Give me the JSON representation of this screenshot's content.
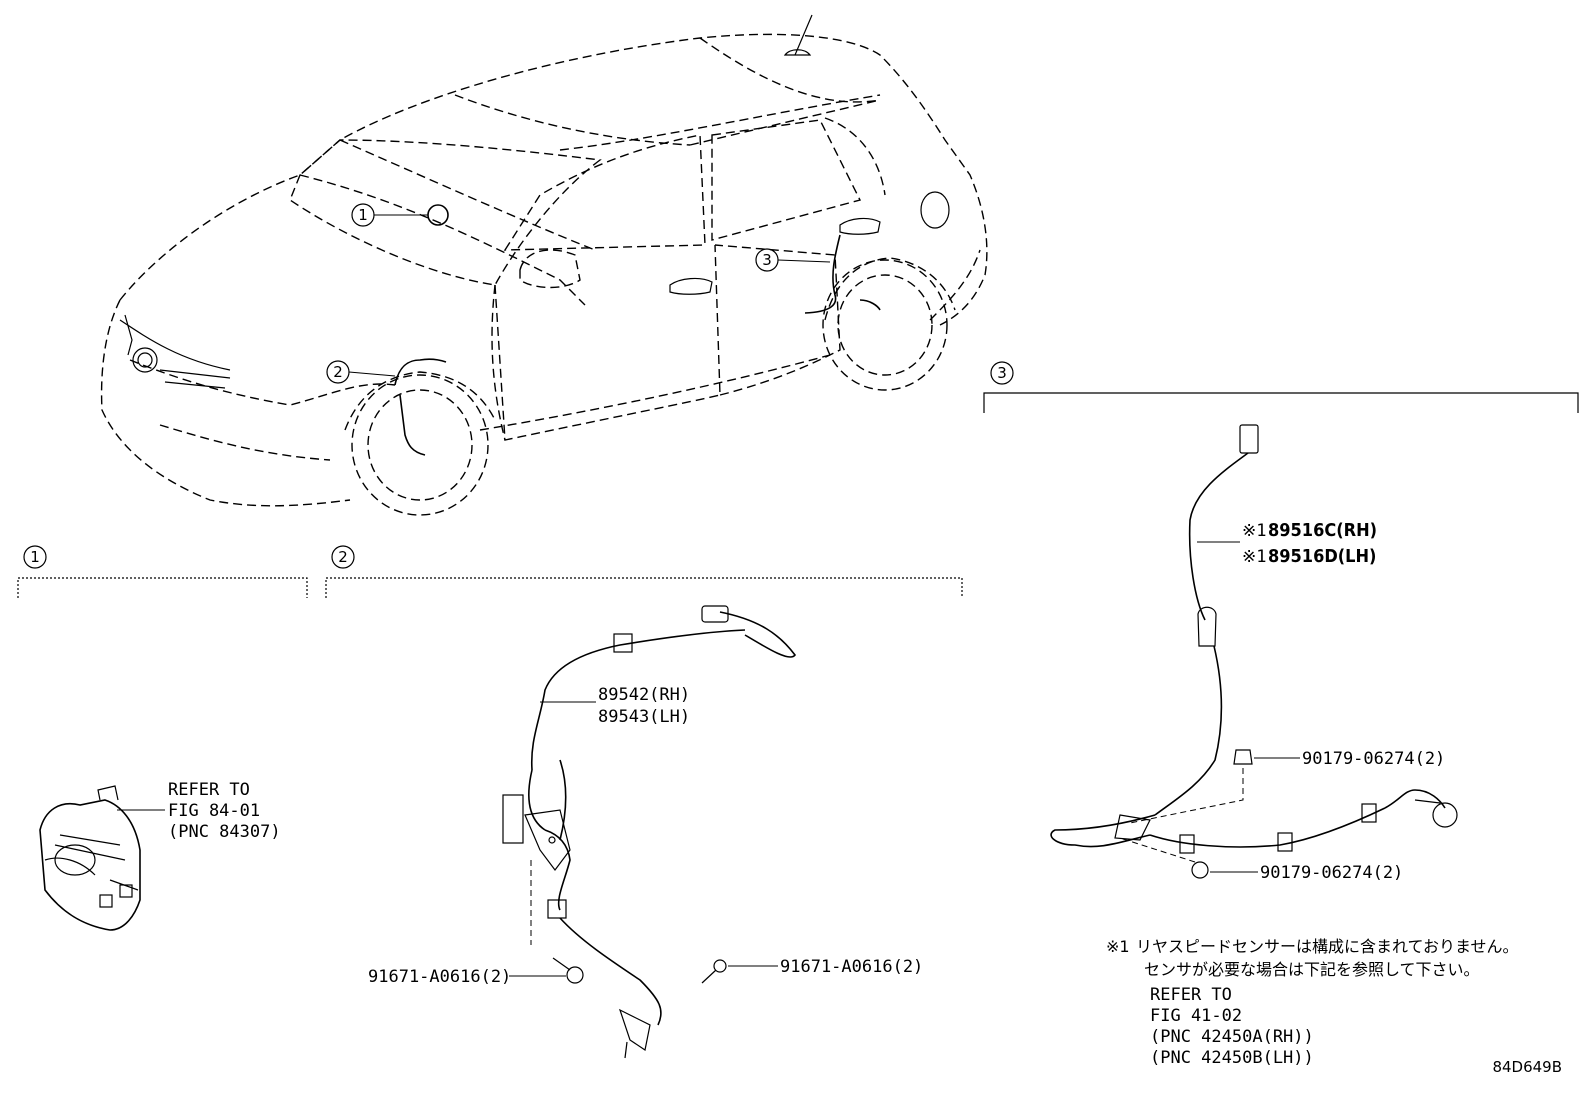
{
  "callouts": {
    "c1": "1",
    "c2": "2",
    "c3": "3"
  },
  "sections": {
    "s1": {
      "num": "1",
      "refer": [
        "REFER TO",
        "FIG 84-01",
        "(PNC 84307)"
      ]
    },
    "s2": {
      "num": "2",
      "part_rh": "89542(RH)",
      "part_lh": "89543(LH)",
      "bolt_left": "91671-A0616(2)",
      "bolt_right": "91671-A0616(2)"
    },
    "s3": {
      "num": "3",
      "part_rh": "89516C(RH)",
      "part_lh": "89516D(LH)",
      "mark": "※1",
      "clip_top": "90179-06274(2)",
      "clip_bottom": "90179-06274(2)",
      "note_mark": "※1",
      "note_lines": [
        "リヤスピードセンサーは構成に含まれておりません。",
        "センサが必要な場合は下記を参照して下さい。"
      ],
      "refer": [
        "REFER TO",
        "FIG 41-02",
        "(PNC 42450A(RH))",
        "(PNC 42450B(LH))"
      ]
    }
  },
  "figure_id": "84D649B"
}
